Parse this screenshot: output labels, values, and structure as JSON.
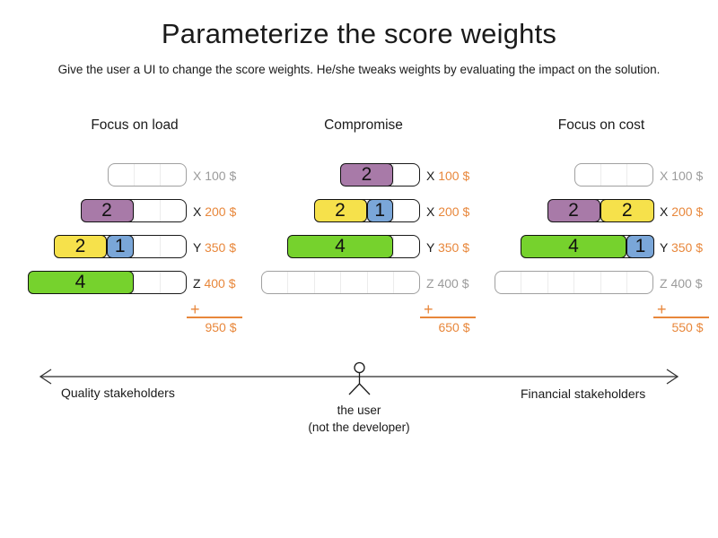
{
  "title": "Parameterize the score weights",
  "subtitle": "Give the user a UI to change the score weights. He/she tweaks weights by evaluating the impact on the solution.",
  "colors": {
    "purple": "#a87aa8",
    "yellow": "#f6e14b",
    "blue": "#7aa6d8",
    "green": "#76d22d",
    "orange": "#e8873b",
    "inactive_gray": "#9b9b9b",
    "active_letter": "#1a1a1a"
  },
  "plus_sign": "+",
  "columns": [
    {
      "title": "Focus on load",
      "sum": "950 $",
      "rows": [
        {
          "letter": "X",
          "price": "100 $",
          "capacity": 3,
          "active": false,
          "segments": []
        },
        {
          "letter": "X",
          "price": "200 $",
          "capacity": 4,
          "active": true,
          "segments": [
            {
              "value": "2",
              "color": "purple"
            }
          ]
        },
        {
          "letter": "Y",
          "price": "350 $",
          "capacity": 5,
          "active": true,
          "segments": [
            {
              "value": "2",
              "color": "yellow"
            },
            {
              "value": "1",
              "color": "blue"
            }
          ]
        },
        {
          "letter": "Z",
          "price": "400 $",
          "capacity": 6,
          "active": true,
          "segments": [
            {
              "value": "4",
              "color": "green"
            }
          ]
        }
      ]
    },
    {
      "title": "Compromise",
      "sum": "650 $",
      "rows": [
        {
          "letter": "X",
          "price": "100 $",
          "capacity": 3,
          "active": true,
          "segments": [
            {
              "value": "2",
              "color": "purple"
            }
          ]
        },
        {
          "letter": "X",
          "price": "200 $",
          "capacity": 4,
          "active": true,
          "segments": [
            {
              "value": "2",
              "color": "yellow"
            },
            {
              "value": "1",
              "color": "blue"
            }
          ]
        },
        {
          "letter": "Y",
          "price": "350 $",
          "capacity": 5,
          "active": true,
          "segments": [
            {
              "value": "4",
              "color": "green"
            }
          ]
        },
        {
          "letter": "Z",
          "price": "400 $",
          "capacity": 6,
          "active": false,
          "segments": []
        }
      ]
    },
    {
      "title": "Focus on cost",
      "sum": "550 $",
      "rows": [
        {
          "letter": "X",
          "price": "100 $",
          "capacity": 3,
          "active": false,
          "segments": []
        },
        {
          "letter": "X",
          "price": "200 $",
          "capacity": 4,
          "active": true,
          "segments": [
            {
              "value": "2",
              "color": "purple"
            },
            {
              "value": "2",
              "color": "yellow"
            }
          ]
        },
        {
          "letter": "Y",
          "price": "350 $",
          "capacity": 5,
          "active": true,
          "segments": [
            {
              "value": "4",
              "color": "green"
            },
            {
              "value": "1",
              "color": "blue"
            }
          ]
        },
        {
          "letter": "Z",
          "price": "400 $",
          "capacity": 6,
          "active": false,
          "segments": []
        }
      ]
    }
  ],
  "axis": {
    "left_label": "Quality stakeholders",
    "right_label": "Financial stakeholders",
    "user_line1": "the user",
    "user_line2": "(not the developer)"
  }
}
